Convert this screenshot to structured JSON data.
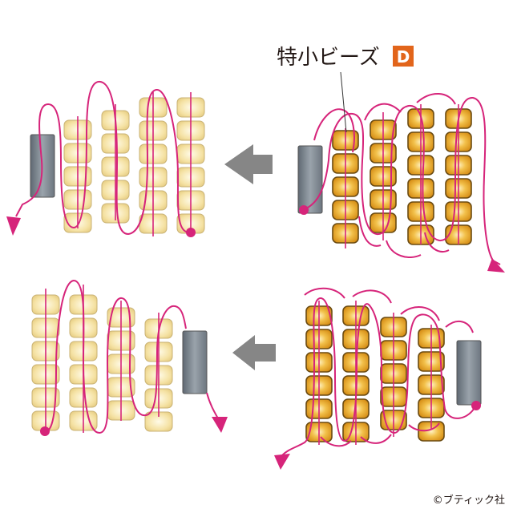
{
  "callout": {
    "label": "特小ビーズ",
    "badge": "D",
    "badge_color": "#e2651b"
  },
  "copyright": "©ブティック社",
  "colors": {
    "thread": "#d6247a",
    "bead_light_fill": "#f6e3a6",
    "bead_light_stroke": "#c9b274",
    "bead_dark_fill": "#e6a21e",
    "bead_dark_stroke": "#6b4b12",
    "core": "#7e8790",
    "arrow": "#868686"
  },
  "steps": [
    {
      "id": "step-1",
      "description_icon": "peyote-stitch-start",
      "bead_style": "dark"
    },
    {
      "id": "step-2",
      "description_icon": "peyote-stitch-finished",
      "bead_style": "light"
    },
    {
      "id": "step-3",
      "description_icon": "peyote-stitch-reverse-start",
      "bead_style": "dark"
    },
    {
      "id": "step-4",
      "description_icon": "peyote-stitch-reverse-finished",
      "bead_style": "light"
    }
  ]
}
